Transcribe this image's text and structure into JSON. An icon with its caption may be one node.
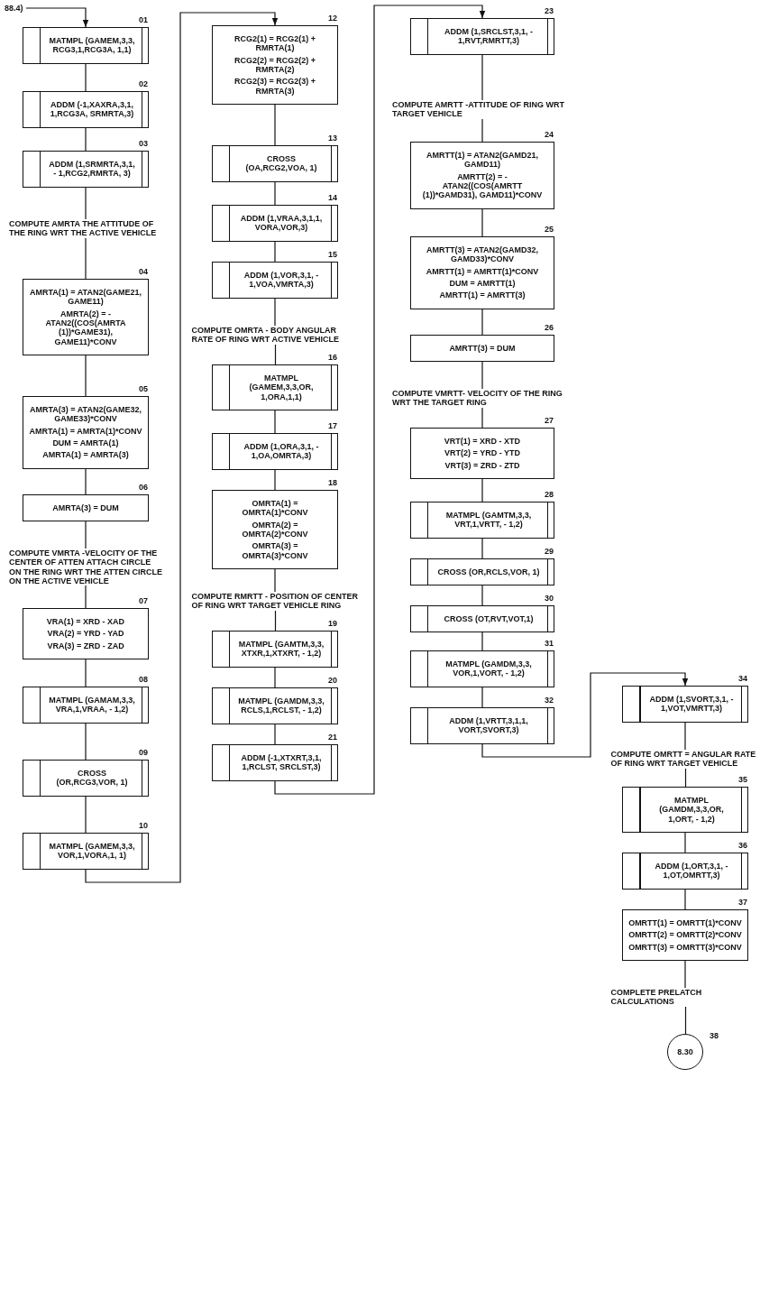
{
  "diagram": {
    "nodes": [
      {
        "text": [
          "88.4)"
        ]
      },
      {
        "text": [
          "MATMPL (GAMEM,3,3, RCG3,1,RCG3A, 1,1)"
        ],
        "beside": [
          "01"
        ]
      },
      {
        "text": [
          "ADDM (-1,XAXRA,3,1, 1,RCG3A, SRMRTA,3)"
        ],
        "beside": [
          "02"
        ]
      },
      {
        "text": [
          "ADDM (1,SRMRTA,3,1, - 1,RCG2,RMRTA, 3)"
        ],
        "beside": [
          "03"
        ]
      },
      {
        "text": [
          "COMPUTE AMRTA THE ATTITUDE OF THE RING WRT THE ACTIVE VEHICLE"
        ]
      },
      {
        "text": [
          "AMRTA(1) = ATAN2(GAME21, GAME11)",
          "AMRTA(2) = - ATAN2((COS(AMRTA (1))*GAME31), GAME11)*CONV"
        ],
        "beside": [
          "04"
        ]
      },
      {
        "text": [
          "AMRTA(3) = ATAN2(GAME32, GAME33)*CONV",
          "AMRTA(1) = AMRTA(1)*CONV",
          "DUM = AMRTA(1)",
          "AMRTA(1) = AMRTA(3)"
        ],
        "beside": [
          "05"
        ]
      },
      {
        "text": [
          "AMRTA(3) = DUM"
        ],
        "beside": [
          "06"
        ]
      },
      {
        "text": [
          "COMPUTE VMRTA -VELOCITY OF THE CENTER OF ATTEN ATTACH CIRCLE ON THE RING WRT THE ATTEN CIRCLE ON THE ACTIVE VEHICLE"
        ]
      },
      {
        "text": [
          "VRA(1) = XRD - XAD",
          "VRA(2) = YRD - YAD",
          "VRA(3) = ZRD - ZAD"
        ],
        "beside": [
          "07"
        ]
      },
      {
        "text": [
          "MATMPL (GAMAM,3,3, VRA,1,VRAA, - 1,2)"
        ],
        "beside": [
          "08"
        ]
      },
      {
        "text": [
          "CROSS (OR,RCG3,VOR, 1)"
        ],
        "beside": [
          "09"
        ]
      },
      {
        "text": [
          "MATMPL (GAMEM,3,3, VOR,1,VORA,1, 1)"
        ],
        "beside": [
          "10"
        ]
      },
      {
        "text": [
          "RCG2(1) = RCG2(1) + RMRTA(1)",
          "RCG2(2) = RCG2(2) + RMRTA(2)",
          "RCG2(3) = RCG2(3) + RMRTA(3)"
        ],
        "beside": [
          "12"
        ]
      },
      {
        "text": [
          "CROSS (OA,RCG2,VOA, 1)"
        ],
        "beside": [
          "13"
        ]
      },
      {
        "text": [
          "ADDM (1,VRAA,3,1,1, VORA,VOR,3)"
        ],
        "beside": [
          "14"
        ]
      },
      {
        "text": [
          "ADDM (1,VOR,3,1, - 1,VOA,VMRTA,3)"
        ],
        "beside": [
          "15"
        ]
      },
      {
        "text": [
          "COMPUTE OMRTA - BODY ANGULAR RATE OF RING WRT ACTIVE VEHICLE"
        ]
      },
      {
        "text": [
          "MATMPL (GAMEM,3,3,OR, 1,ORA,1,1)"
        ],
        "beside": [
          "16"
        ]
      },
      {
        "text": [
          "ADDM (1,ORA,3,1, - 1,OA,OMRTA,3)"
        ],
        "beside": [
          "17"
        ]
      },
      {
        "text": [
          "OMRTA(1) = OMRTA(1)*CONV",
          "OMRTA(2) = OMRTA(2)*CONV",
          "OMRTA(3) = OMRTA(3)*CONV"
        ],
        "beside": [
          "18"
        ]
      },
      {
        "text": [
          "COMPUTE RMRTT - POSITION OF CENTER OF RING WRT TARGET VEHICLE RING"
        ]
      },
      {
        "text": [
          "MATMPL (GAMTM,3,3, XTXR,1,XTXRT, - 1,2)"
        ],
        "beside": [
          "19"
        ]
      },
      {
        "text": [
          "MATMPL (GAMDM,3,3, RCLS,1,RCLST, - 1,2)"
        ],
        "beside": [
          "20"
        ]
      },
      {
        "text": [
          "ADDM (-1,XTXRT,3,1, 1,RCLST, SRCLST,3)"
        ],
        "beside": [
          "21"
        ]
      },
      {
        "text": [
          "ADDM (1,SRCLST,3,1, - 1,RVT,RMRTT,3)"
        ],
        "beside": [
          "23"
        ]
      },
      {
        "text": [
          "COMPUTE AMRTT -ATTITUDE OF RING WRT TARGET VEHICLE"
        ]
      },
      {
        "text": [
          "AMRTT(1) = ATAN2(GAMD21, GAMD11)",
          "AMRTT(2) = - ATAN2((COS(AMRTT (1))*GAMD31), GAMD11)*CONV"
        ],
        "beside": [
          "24"
        ]
      },
      {
        "text": [
          "AMRTT(3) = ATAN2(GAMD32, GAMD33)*CONV",
          "AMRTT(1) = AMRTT(1)*CONV",
          "DUM = AMRTT(1)",
          "AMRTT(1) = AMRTT(3)"
        ],
        "beside": [
          "25"
        ]
      },
      {
        "text": [
          "AMRTT(3) = DUM"
        ],
        "beside": [
          "26"
        ]
      },
      {
        "text": [
          "COMPUTE VMRTT- VELOCITY OF THE RING WRT THE TARGET RING"
        ]
      },
      {
        "text": [
          "VRT(1) = XRD - XTD",
          "VRT(2) = YRD - YTD",
          "VRT(3) = ZRD - ZTD"
        ],
        "beside": [
          "27"
        ]
      },
      {
        "text": [
          "MATMPL (GAMTM,3,3, VRT,1,VRTT, - 1,2)"
        ],
        "beside": [
          "28"
        ]
      },
      {
        "text": [
          "CROSS (OR,RCLS,VOR, 1)"
        ],
        "beside": [
          "29"
        ]
      },
      {
        "text": [
          "CROSS (OT,RVT,VOT,1)"
        ],
        "beside": [
          "30"
        ]
      },
      {
        "text": [
          "MATMPL (GAMDM,3,3, VOR,1,VORT, - 1,2)"
        ],
        "beside": [
          "31"
        ]
      },
      {
        "text": [
          "ADDM (1,VRTT,3,1,1, VORT,SVORT,3)"
        ],
        "beside": [
          "32"
        ]
      },
      {
        "text": [
          "ADDM (1,SVORT,3,1, - 1,VOT,VMRTT,3)"
        ],
        "beside": [
          "34"
        ]
      },
      {
        "text": [
          "COMPUTE OMRTT = ANGULAR RATE OF RING WRT TARGET VEHICLE"
        ]
      },
      {
        "text": [
          "MATMPL (GAMDM,3,3,OR, 1,ORT, - 1,2)"
        ],
        "beside": [
          "35"
        ]
      },
      {
        "text": [
          "ADDM (1,ORT,3,1, - 1,OT,OMRTT,3)"
        ],
        "beside": [
          "36"
        ]
      },
      {
        "text": [
          "OMRTT(1) = OMRTT(1)*CONV",
          "OMRTT(2) = OMRTT(2)*CONV",
          "OMRTT(3) = OMRTT(3)*CONV"
        ],
        "beside": [
          "37"
        ]
      },
      {
        "text": [
          "COMPLETE PRELATCH CALCULATIONS"
        ]
      },
      {
        "text": [
          "8.30"
        ],
        "beside": [
          "38"
        ]
      }
    ],
    "edges": [
      {
        "from": 0,
        "to": 1,
        "arrow": "to"
      },
      {
        "from": 1,
        "to": 2,
        "arrow": "none"
      },
      {
        "from": 2,
        "to": 3,
        "arrow": "none"
      },
      {
        "from": 3,
        "to": 4,
        "arrow": "none"
      },
      {
        "from": 4,
        "to": 5,
        "arrow": "none"
      },
      {
        "from": 5,
        "to": 6,
        "arrow": "none"
      },
      {
        "from": 6,
        "to": 7,
        "arrow": "none"
      },
      {
        "from": 7,
        "to": 8,
        "arrow": "none"
      },
      {
        "from": 8,
        "to": 9,
        "arrow": "none"
      },
      {
        "from": 9,
        "to": 10,
        "arrow": "none"
      },
      {
        "from": 10,
        "to": 11,
        "arrow": "none"
      },
      {
        "from": 11,
        "to": 12,
        "arrow": "none"
      },
      {
        "from": 12,
        "to": 13,
        "arrow": "to"
      },
      {
        "from": 13,
        "to": 14,
        "arrow": "none"
      },
      {
        "from": 14,
        "to": 15,
        "arrow": "none"
      },
      {
        "from": 15,
        "to": 16,
        "arrow": "none"
      },
      {
        "from": 16,
        "to": 17,
        "arrow": "none"
      },
      {
        "from": 17,
        "to": 18,
        "arrow": "none"
      },
      {
        "from": 18,
        "to": 19,
        "arrow": "none"
      },
      {
        "from": 19,
        "to": 20,
        "arrow": "none"
      },
      {
        "from": 20,
        "to": 21,
        "arrow": "none"
      },
      {
        "from": 21,
        "to": 22,
        "arrow": "none"
      },
      {
        "from": 22,
        "to": 23,
        "arrow": "none"
      },
      {
        "from": 23,
        "to": 24,
        "arrow": "none"
      },
      {
        "from": 24,
        "to": 25,
        "arrow": "to"
      },
      {
        "from": 25,
        "to": 26,
        "arrow": "none"
      },
      {
        "from": 26,
        "to": 27,
        "arrow": "none"
      },
      {
        "from": 27,
        "to": 28,
        "arrow": "none"
      },
      {
        "from": 28,
        "to": 29,
        "arrow": "none"
      },
      {
        "from": 29,
        "to": 30,
        "arrow": "none"
      },
      {
        "from": 30,
        "to": 31,
        "arrow": "none"
      },
      {
        "from": 31,
        "to": 32,
        "arrow": "none"
      },
      {
        "from": 32,
        "to": 33,
        "arrow": "none"
      },
      {
        "from": 33,
        "to": 34,
        "arrow": "none"
      },
      {
        "from": 34,
        "to": 35,
        "arrow": "none"
      },
      {
        "from": 35,
        "to": 36,
        "arrow": "none"
      },
      {
        "from": 36,
        "to": 37,
        "arrow": "to"
      },
      {
        "from": 37,
        "to": 38,
        "arrow": "none"
      },
      {
        "from": 38,
        "to": 39,
        "arrow": "none"
      },
      {
        "from": 39,
        "to": 40,
        "arrow": "none"
      },
      {
        "from": 40,
        "to": 41,
        "arrow": "none"
      },
      {
        "from": 41,
        "to": 42,
        "arrow": "none"
      },
      {
        "from": 42,
        "to": 43,
        "arrow": "none"
      }
    ]
  }
}
